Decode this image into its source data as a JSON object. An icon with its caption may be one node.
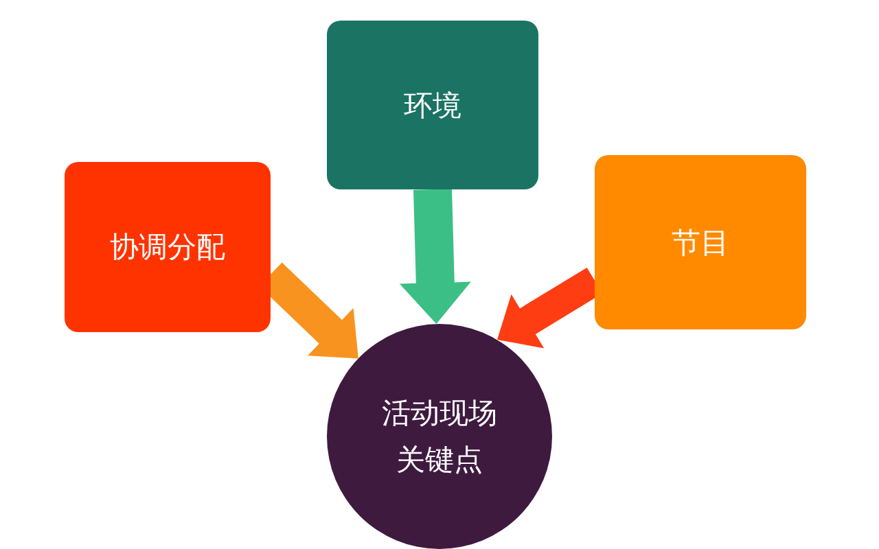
{
  "diagram": {
    "nodes": [
      {
        "text": [
          "协调分配"
        ]
      },
      {
        "text": [
          "环境"
        ]
      },
      {
        "text": [
          "节目"
        ]
      },
      {
        "text": [
          "活动现场关键点"
        ]
      }
    ],
    "edges": [
      {
        "from": 0,
        "to": 3,
        "arrow": "to",
        "color": "#f7931e"
      },
      {
        "from": 1,
        "to": 3,
        "arrow": "to",
        "color": "#3cbf86"
      },
      {
        "from": 2,
        "to": 3,
        "arrow": "to",
        "color": "#ff3d12"
      }
    ]
  }
}
